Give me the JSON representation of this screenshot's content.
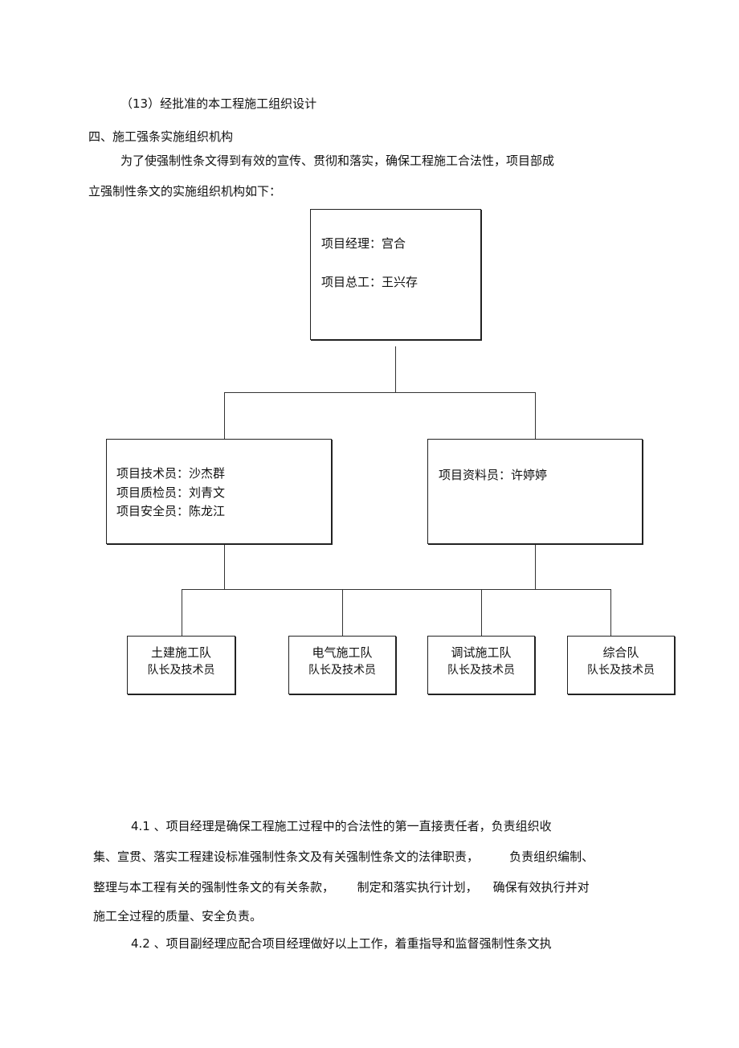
{
  "intro": {
    "item13": "（13）经批准的本工程施工组织设计",
    "heading": "四、施工强条实施组织机构",
    "para_line1": "为了使强制性条文得到有效的宣传、贯彻和落实，确保工程施工合法性，项目部成",
    "para_line2": "立强制性条文的实施组织机构如下："
  },
  "org_chart": {
    "top": {
      "line1": "项目经理：宫合",
      "line2": "项目总工：王兴存"
    },
    "left": {
      "line1": "项目技术员：沙杰群",
      "line2": "项目质检员：刘青文",
      "line3": "项目安全员：陈龙江"
    },
    "right": {
      "line1": "项目资料员：许婷婷"
    },
    "teams": [
      {
        "name": "土建施工队",
        "role": "队长及技术员"
      },
      {
        "name": "电气施工队",
        "role": "队长及技术员"
      },
      {
        "name": "调试施工队",
        "role": "队长及技术员"
      },
      {
        "name": "综合队",
        "role": "队长及技术员"
      }
    ]
  },
  "sections": {
    "s41_line1": "4.1 、项目经理是确保工程施工过程中的合法性的第一直接责任者，负责组织收",
    "s41_line2": "集、宣贯、落实工程建设标准强制性条文及有关强制性条文的法律职责，        负责组织编制、",
    "s41_line3": "整理与本工程有关的强制性条文的有关条款，      制定和落实执行计划，    确保有效执行并对",
    "s41_line4": "施工全过程的质量、安全负责。",
    "s42_line1": "4.2 、项目副经理应配合项目经理做好以上工作，着重指导和监督强制性条文执"
  }
}
